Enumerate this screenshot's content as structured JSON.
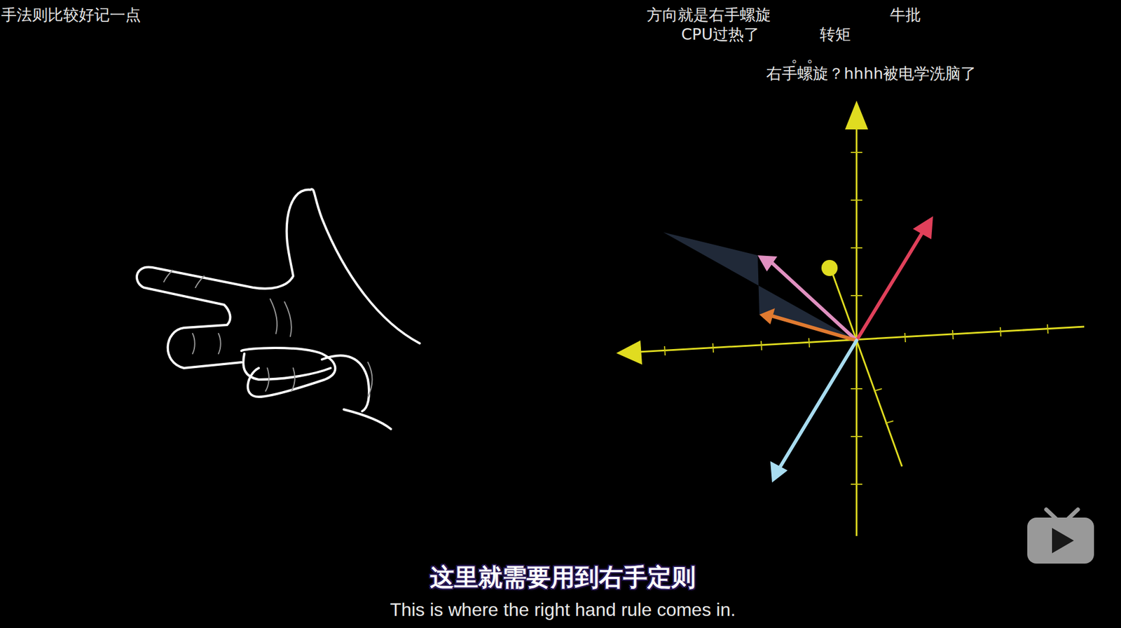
{
  "diagram": {
    "labels": [
      "手法则比较好记一点",
      "方向就是右手螺旋",
      "牛批",
      "CPU过热了",
      "转矩",
      "。。",
      "右手螺旋？hhhh被电学洗脑了",
      "这里就需要用到右手定则",
      "This is where the right hand rule comes in."
    ]
  }
}
